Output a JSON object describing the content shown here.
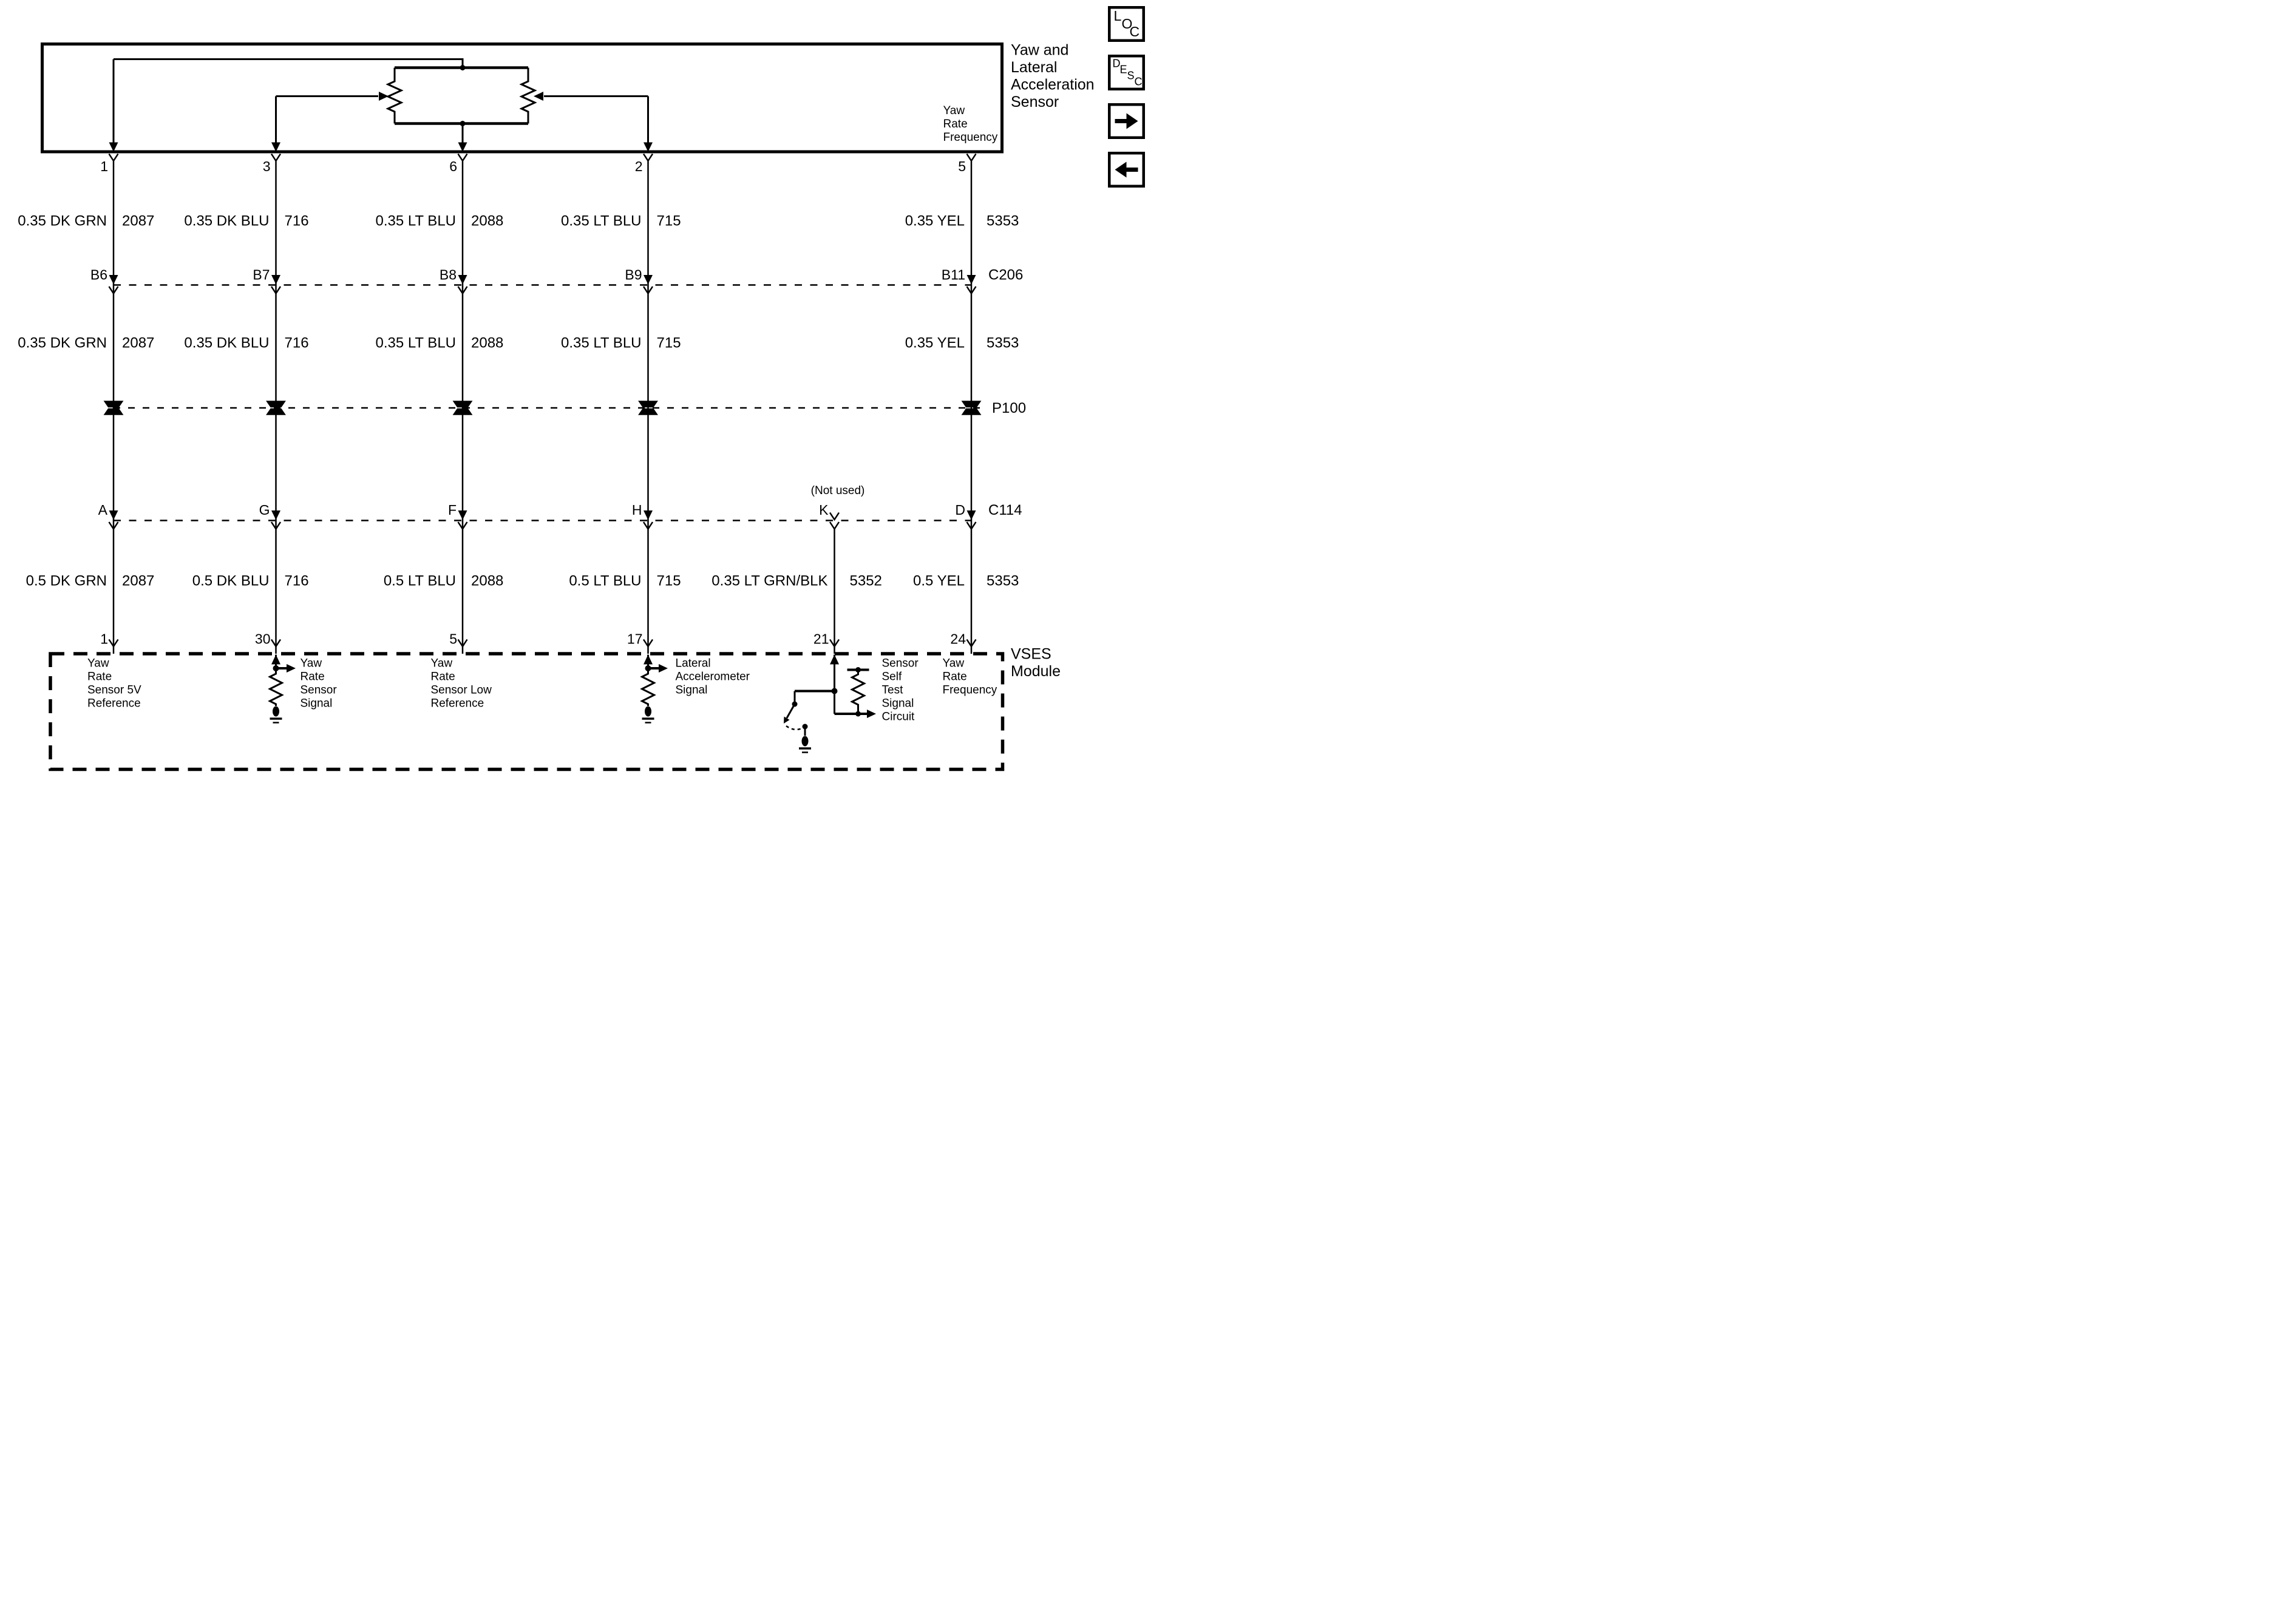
{
  "palette": {
    "ink": "#000000",
    "paper": "#ffffff"
  },
  "toolbar": {
    "loc_label": "LOC",
    "desc_label": "DESC"
  },
  "sensor": {
    "title": "Yaw and\nLateral\nAcceleration\nSensor",
    "internal_label": "Yaw\nRate\nFrequency",
    "pins": [
      "1",
      "3",
      "6",
      "2",
      "5"
    ]
  },
  "connectors": {
    "c206": {
      "label": "C206",
      "terminals": [
        "B6",
        "B7",
        "B8",
        "B9",
        "B11"
      ]
    },
    "p100": {
      "label": "P100"
    },
    "c114": {
      "label": "C114",
      "note": "(Not used)",
      "terminals": [
        "A",
        "G",
        "F",
        "H",
        "K",
        "D"
      ]
    }
  },
  "wires": {
    "upper": [
      {
        "color": "0.35 DK GRN",
        "circuit": "2087"
      },
      {
        "color": "0.35 DK BLU",
        "circuit": "716"
      },
      {
        "color": "0.35 LT BLU",
        "circuit": "2088"
      },
      {
        "color": "0.35 LT BLU",
        "circuit": "715"
      },
      {
        "color": "0.35 YEL",
        "circuit": "5353"
      }
    ],
    "middle": [
      {
        "color": "0.35 DK GRN",
        "circuit": "2087"
      },
      {
        "color": "0.35 DK BLU",
        "circuit": "716"
      },
      {
        "color": "0.35 LT BLU",
        "circuit": "2088"
      },
      {
        "color": "0.35 LT BLU",
        "circuit": "715"
      },
      {
        "color": "0.35 YEL",
        "circuit": "5353"
      }
    ],
    "lower": [
      {
        "color": "0.5 DK GRN",
        "circuit": "2087"
      },
      {
        "color": "0.5 DK BLU",
        "circuit": "716"
      },
      {
        "color": "0.5 LT BLU",
        "circuit": "2088"
      },
      {
        "color": "0.5 LT BLU",
        "circuit": "715"
      },
      {
        "color": "0.35 LT GRN/BLK",
        "circuit": "5352"
      },
      {
        "color": "0.5 YEL",
        "circuit": "5353"
      }
    ]
  },
  "module": {
    "name": "VSES\nModule",
    "pins": [
      "1",
      "30",
      "5",
      "17",
      "21",
      "24"
    ],
    "functions": [
      "Yaw\nRate\nSensor 5V\nReference",
      "Yaw\nRate\nSensor\nSignal",
      "Yaw\nRate\nSensor Low\nReference",
      "Lateral\nAccelerometer\nSignal",
      "Sensor\nSelf\nTest\nSignal\nCircuit",
      "Yaw\nRate\nFrequency"
    ]
  }
}
